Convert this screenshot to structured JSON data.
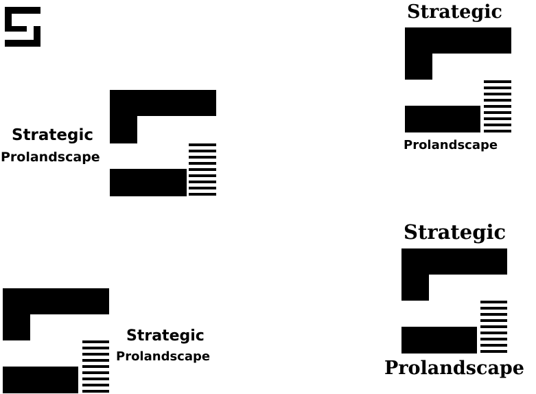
{
  "colors": {
    "background": "#ffffff",
    "ink": "#000000"
  },
  "icon": "logo-mark-icon",
  "variants": {
    "icon_only": {},
    "horizontal_left_text": {
      "title": "Strategic",
      "subtitle": "Prolandscape"
    },
    "stacked_top": {
      "title": "Strategic",
      "subtitle": "Prolandscape"
    },
    "horizontal_right_text": {
      "title": "Strategic",
      "subtitle": "Prolandscape"
    },
    "stacked_large": {
      "title": "Strategic",
      "subtitle": "Prolandscape"
    }
  }
}
